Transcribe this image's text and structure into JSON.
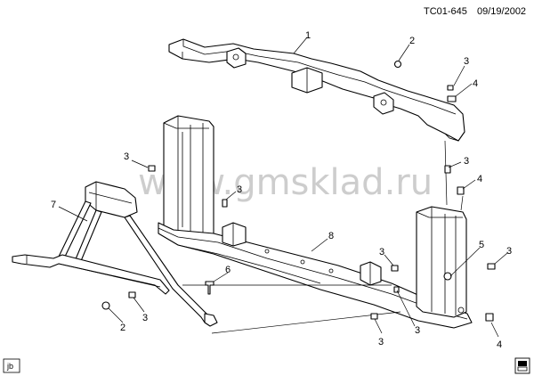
{
  "header": {
    "code": "TC01-645",
    "date": "09/19/2002"
  },
  "watermark": "www.gmsklad.ru",
  "footer": {
    "tag": "jb"
  },
  "callouts": {
    "c1": "1",
    "c2a": "2",
    "c2b": "2",
    "c3a": "3",
    "c3b": "3",
    "c3c": "3",
    "c3d": "3",
    "c3e": "3",
    "c3f": "3",
    "c3g": "3",
    "c3h": "3",
    "c3i": "3",
    "c4a": "4",
    "c4b": "4",
    "c4c": "4",
    "c5": "5",
    "c6": "6",
    "c7": "7",
    "c8": "8"
  }
}
